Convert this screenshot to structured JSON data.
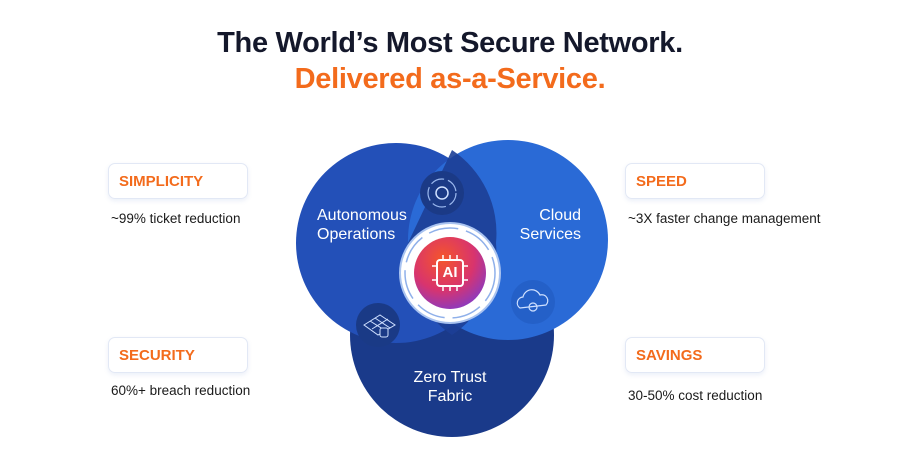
{
  "header": {
    "title_line1": "The World’s Most Secure Network.",
    "title_line2": "Delivered as-a-Service."
  },
  "benefits": [
    {
      "label": "SIMPLICITY",
      "description": "~99% ticket reduction"
    },
    {
      "label": "SPEED",
      "description": "~3X faster change management"
    },
    {
      "label": "SECURITY",
      "description": "60%+ breach reduction"
    },
    {
      "label": "SAVINGS",
      "description": "30-50% cost reduction"
    }
  ],
  "diagram": {
    "circles": [
      {
        "line1": "Autonomous",
        "line2": "Operations",
        "icon": "gear-cycle-icon"
      },
      {
        "line1": "Cloud",
        "line2": "Services",
        "icon": "cloud-gear-icon"
      },
      {
        "line1": "Zero Trust",
        "line2": "Fabric",
        "icon": "mesh-shield-icon"
      }
    ],
    "center": {
      "label": "AI",
      "icon": "ai-chip-icon"
    }
  },
  "colors": {
    "accent": "#f36b1c",
    "title": "#14182b",
    "blue_dark": "#1d3e8f",
    "blue_mid": "#2350b8",
    "blue_light": "#2a6cd8"
  }
}
